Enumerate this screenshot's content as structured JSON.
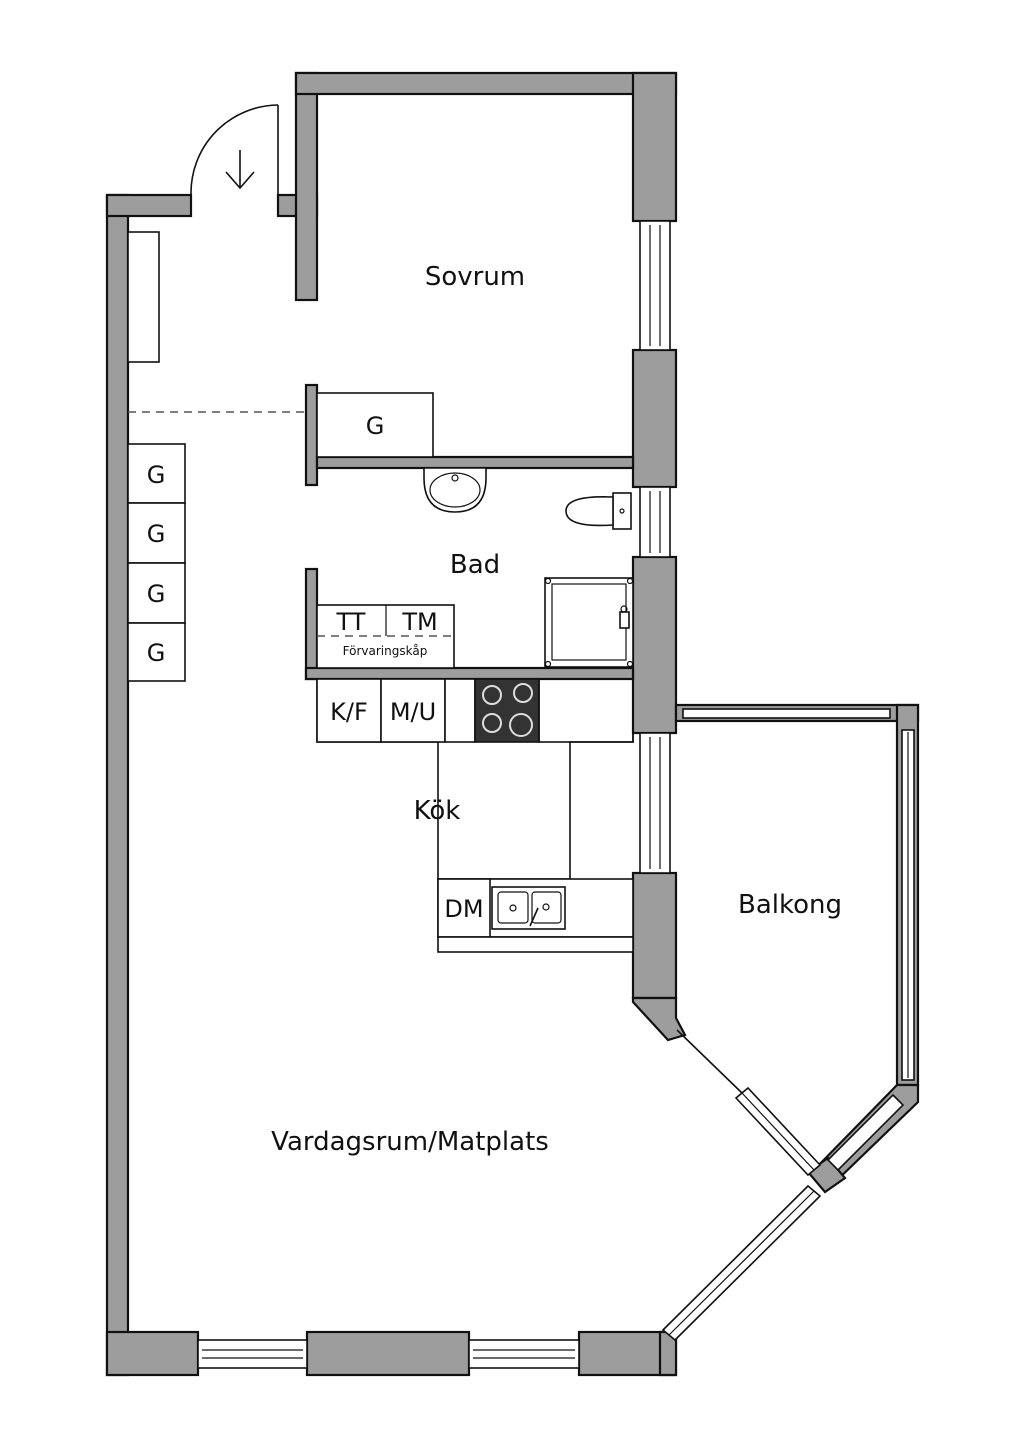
{
  "rooms": {
    "bedroom": "Sovrum",
    "bathroom": "Bad",
    "kitchen": "Kök",
    "balcony": "Balkong",
    "living": "Vardagsrum/Matplats"
  },
  "fixtures": {
    "wardrobe": "G",
    "tt": "TT",
    "tm": "TM",
    "storage": "Förvaringskåp",
    "kf": "K/F",
    "mu": "M/U",
    "dm": "DM"
  },
  "colors": {
    "wall": "#9d9d9d",
    "outline": "#111111",
    "background": "#ffffff"
  }
}
